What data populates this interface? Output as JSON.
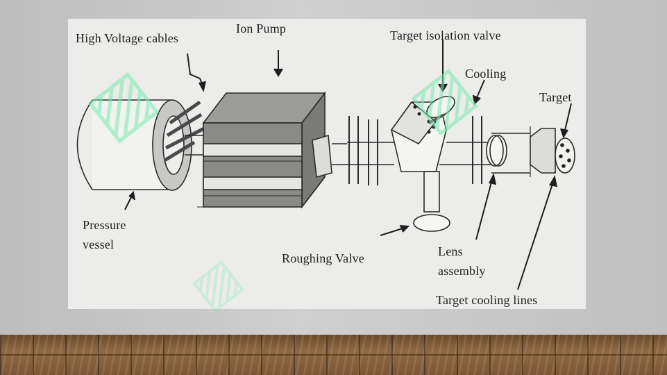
{
  "labels": {
    "high_voltage_cables": "High Voltage cables",
    "ion_pump": "Ion Pump",
    "target_isolation_valve": "Target isolation valve",
    "cooling": "Cooling",
    "target": "Target",
    "pressure_vessel_line1": "Pressure",
    "pressure_vessel_line2": "vessel",
    "roughing_valve": "Roughing Valve",
    "lens_assembly_line1": "Lens",
    "lens_assembly_line2": "assembly",
    "target_cooling_lines": "Target cooling lines"
  },
  "colors": {
    "line": "#2a2a2a",
    "watermark": "#7eeab0",
    "slide": "#ececea"
  }
}
